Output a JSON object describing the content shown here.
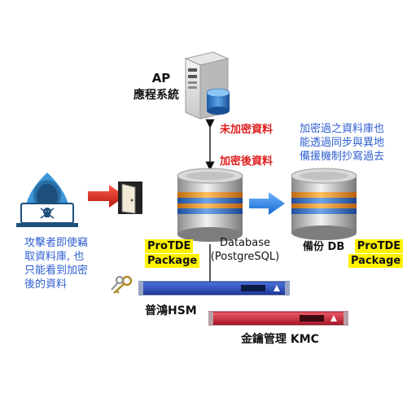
{
  "ap": {
    "line1": "AP",
    "line2": "應程系統"
  },
  "arrow_labels": {
    "unencrypted": "未加密資料",
    "encrypted": "加密後資料"
  },
  "backup_note": [
    "加密過之資料庫也",
    "能透過同步與異地",
    "備援機制抄寫過去"
  ],
  "attacker_note": [
    "攻擊者即使竊",
    "取資料庫, 也",
    "只能看到加密",
    "後的資料"
  ],
  "protde": {
    "line1": "ProTDE",
    "line2": "Package"
  },
  "database": {
    "line1": "Database",
    "line2": "(PostgreSQL)"
  },
  "backup_db": {
    "label": "備份 DB"
  },
  "hsm": {
    "label": "普鴻HSM"
  },
  "kmc": {
    "label": "金鑰管理 KMC"
  },
  "colors": {
    "red_text": "#e02020",
    "blue_text": "#2f5fd0",
    "highlight": "#fff200",
    "hsm_blue": "#2b4fbf",
    "kmc_red": "#d42a3a",
    "attacker_blue": "#3d97d6",
    "db_stripe_orange": "#f0a030",
    "db_stripe_blue": "#3f78c8"
  }
}
